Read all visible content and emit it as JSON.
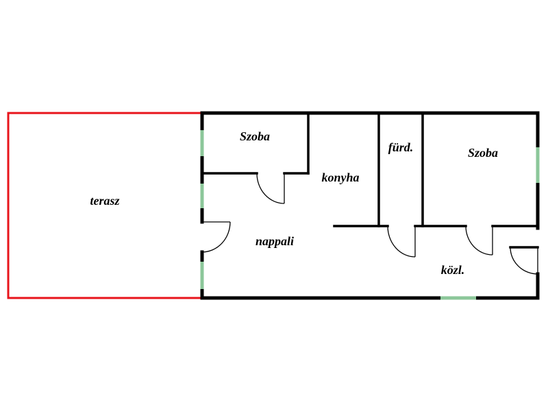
{
  "rooms": {
    "terasz": "terasz",
    "szoba_left": "Szoba",
    "konyha": "konyha",
    "furd": "fürd.",
    "szoba_right": "Szoba",
    "nappali": "nappali",
    "kozl": "közl."
  },
  "colors": {
    "wall": "#000000",
    "terrace_outline": "#e8141b",
    "window": "#8cc79a",
    "background": "#ffffff"
  }
}
